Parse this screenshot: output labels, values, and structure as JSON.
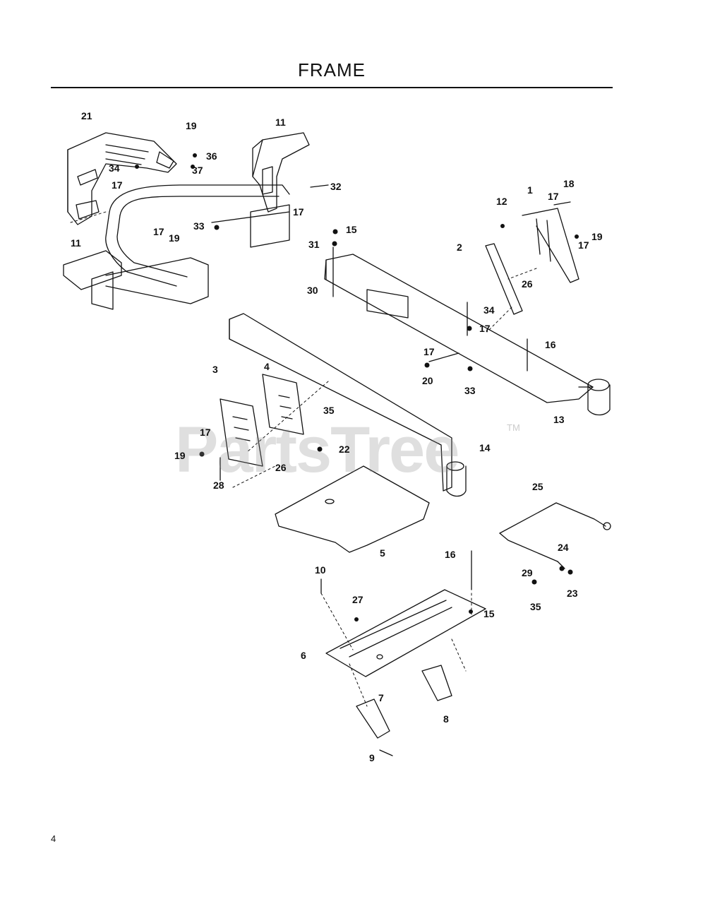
{
  "page": {
    "title": "FRAME",
    "watermark": "PartsTree",
    "watermark_mark": "TM",
    "page_number": "4"
  },
  "callouts": [
    "1",
    "2",
    "3",
    "4",
    "5",
    "6",
    "7",
    "8",
    "9",
    "10",
    "11",
    "11",
    "12",
    "13",
    "14",
    "15",
    "15",
    "16",
    "16",
    "17",
    "17",
    "17",
    "17",
    "17",
    "17",
    "17",
    "17",
    "18",
    "19",
    "19",
    "19",
    "19",
    "20",
    "21",
    "22",
    "23",
    "24",
    "25",
    "26",
    "26",
    "27",
    "28",
    "29",
    "30",
    "31",
    "32",
    "33",
    "33",
    "34",
    "34",
    "35",
    "35",
    "36",
    "37"
  ]
}
